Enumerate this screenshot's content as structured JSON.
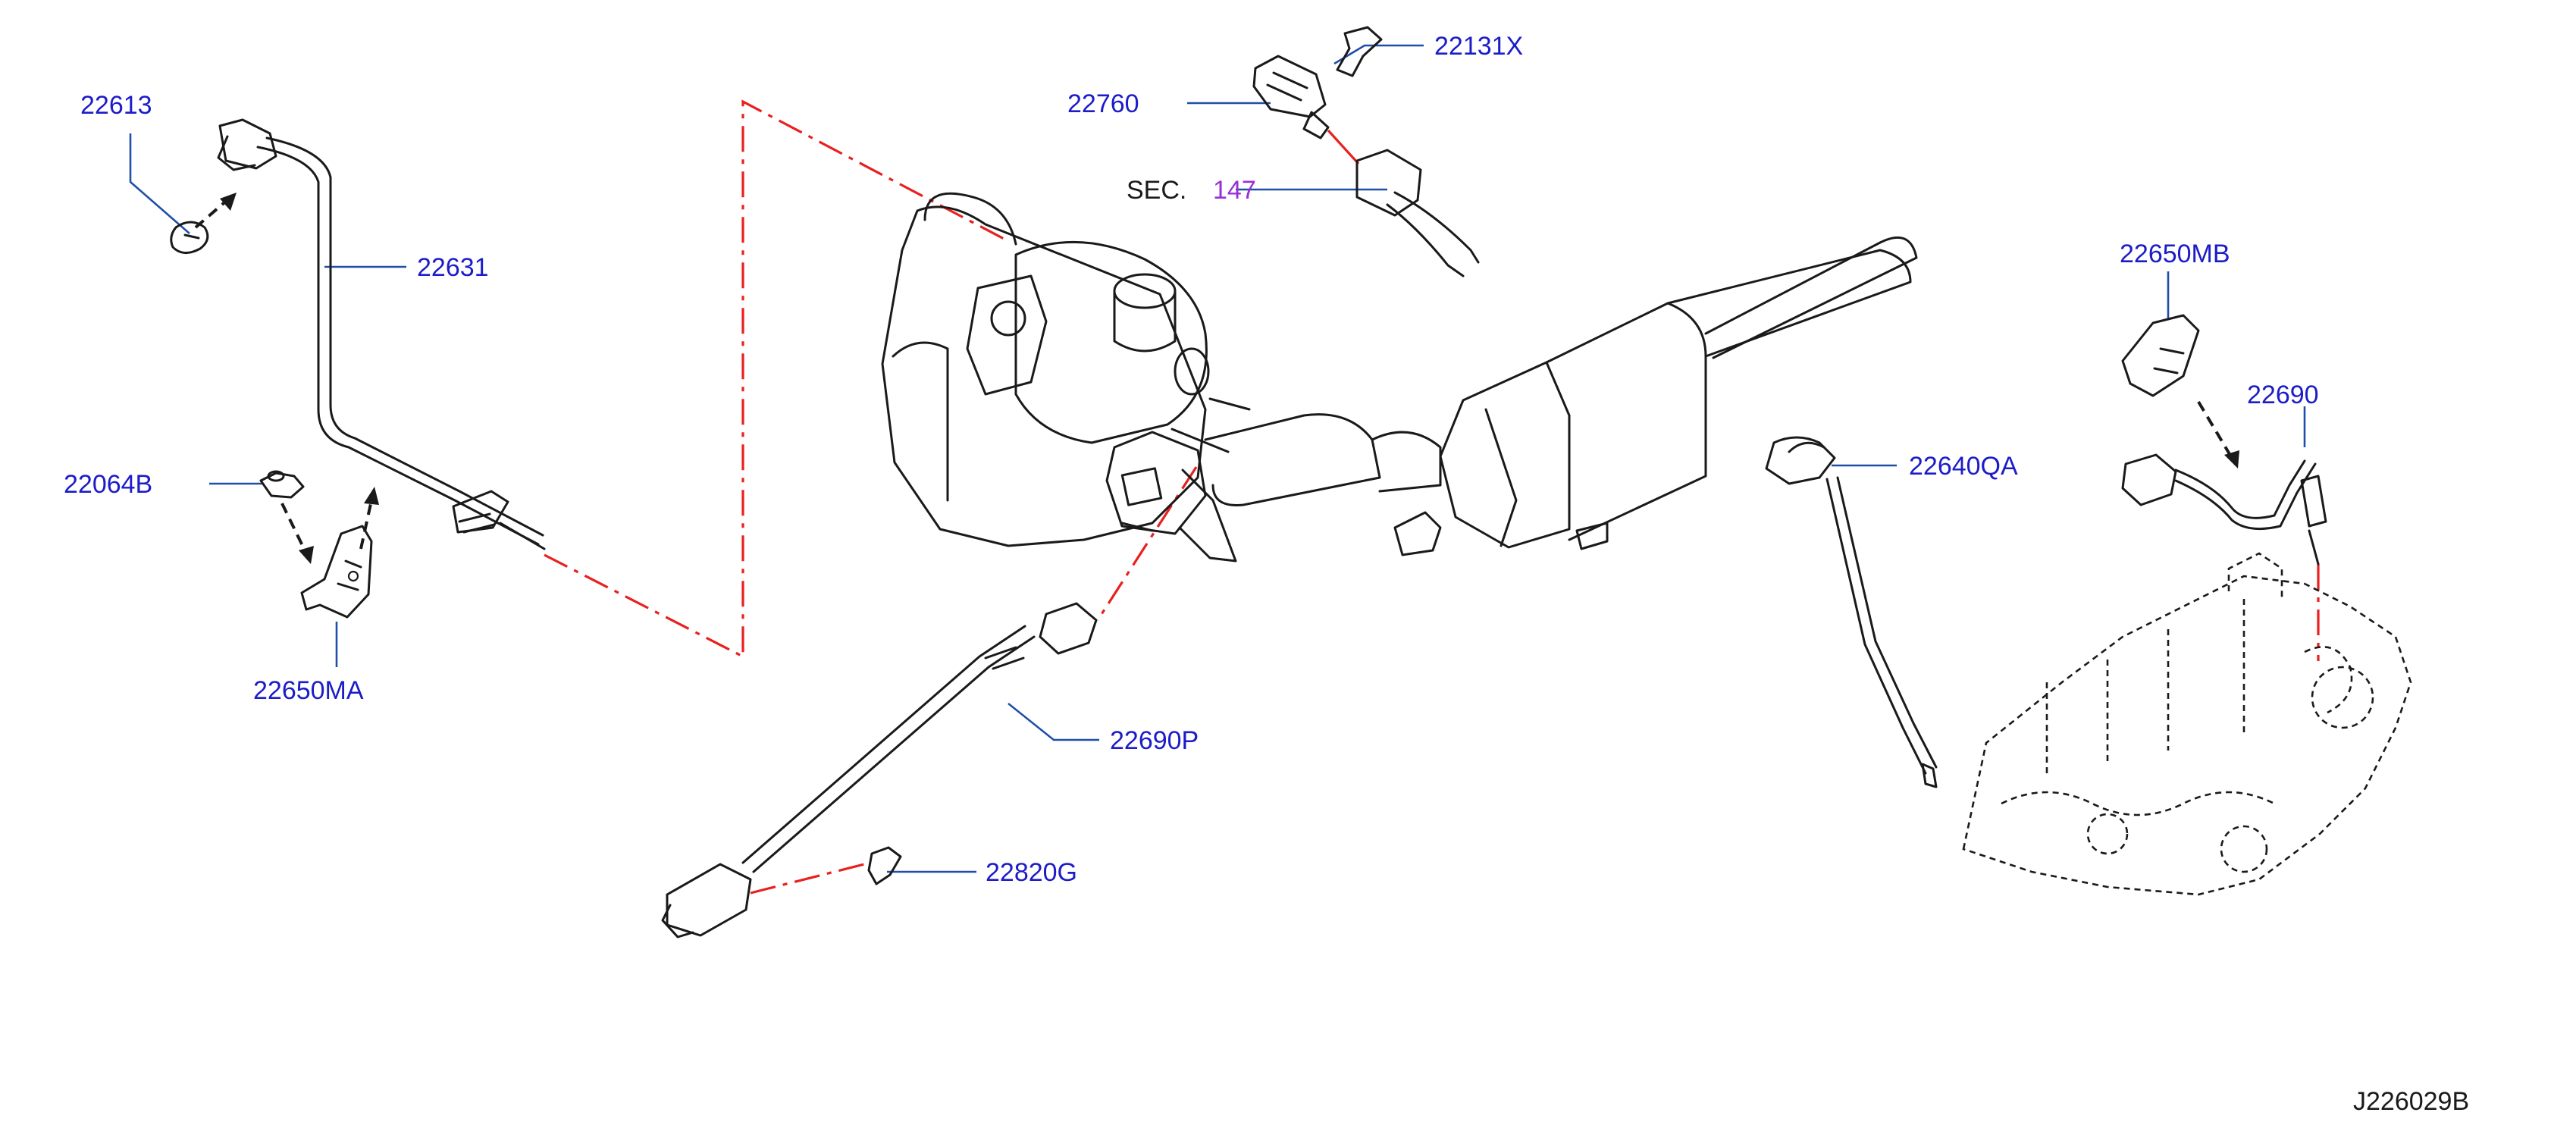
{
  "colors": {
    "label_blue": "#1c1cc8",
    "section_purple": "#9b2fd6",
    "label_black": "#1a1a1a",
    "leader_blue": "#1f4fa8",
    "chain_red": "#e8201f"
  },
  "labels": {
    "p22613": "22613",
    "p22631": "22631",
    "p22064b": "22064B",
    "p22650ma": "22650MA",
    "p22760": "22760",
    "p22131x": "22131X",
    "sec_prefix": "SEC.",
    "sec_number": "147",
    "p22690p": "22690P",
    "p22820g": "22820G",
    "p22640qa": "22640QA",
    "p22650mb": "22650MB",
    "p22690": "22690",
    "drawing_id": "J226029B"
  }
}
